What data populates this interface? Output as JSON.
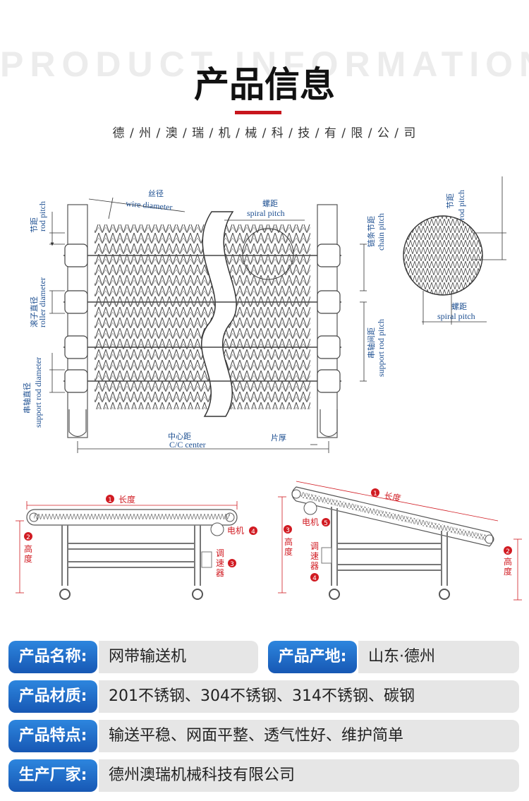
{
  "header": {
    "watermark": "PRODUCT INFORMATION",
    "title": "产品信息",
    "company_spaced": "德/州/澳/瑞/机/械/科/技/有/限/公/司"
  },
  "diagram_labels": {
    "rod_pitch_cn": "节距",
    "rod_pitch_en": "rod pitch",
    "wire_diameter_cn": "丝径",
    "wire_diameter_en": "wire diameter",
    "spiral_pitch_cn": "螺距",
    "spiral_pitch_en": "spiral pitch",
    "chain_pitch_cn": "链条节距",
    "chain_pitch_en": "chain pitch",
    "roller_diameter_cn": "滚子直径",
    "roller_diameter_en": "roller diameter",
    "support_rod_pitch_cn": "串轴间距",
    "support_rod_pitch_en": "support rod pitch",
    "support_rod_diameter_cn": "串轴直径",
    "support_rod_diameter_en": "support rod diameter",
    "center_cn": "中心距",
    "center_en": "C/C center",
    "plate_thickness_cn": "片厚"
  },
  "conveyor_labels": {
    "flat": {
      "length_num": "1",
      "length": "长度",
      "height_num": "2",
      "height_a": "高",
      "height_b": "度",
      "speed_num": "3",
      "speed_a": "调",
      "speed_b": "速",
      "speed_c": "器",
      "motor_num": "4",
      "motor": "电机"
    },
    "incline": {
      "length_num": "1",
      "length": "长度",
      "height_right_num": "2",
      "height_right_a": "高",
      "height_right_b": "度",
      "height_left_num": "3",
      "height_left_a": "高",
      "height_left_b": "度",
      "speed_num": "4",
      "speed_a": "调",
      "speed_b": "速",
      "speed_c": "器",
      "motor_num": "5",
      "motor": "电机"
    }
  },
  "info": {
    "name_label": "产品名称:",
    "name_value": "网带输送机",
    "origin_label": "产品产地:",
    "origin_value": "山东·德州",
    "material_label": "产品材质:",
    "material_value": "201不锈钢、304不锈钢、314不锈钢、碳钢",
    "features_label": "产品特点:",
    "features_value": "输送平稳、网面平整、透气性好、维护简单",
    "maker_label": "生产厂家:",
    "maker_value": "德州澳瑞机械科技有限公司"
  },
  "colors": {
    "accent_red": "#c8161d",
    "label_blue": "#1f6fcf",
    "diagram_blue": "#1d4f91",
    "value_gray": "#e6e6e6"
  }
}
